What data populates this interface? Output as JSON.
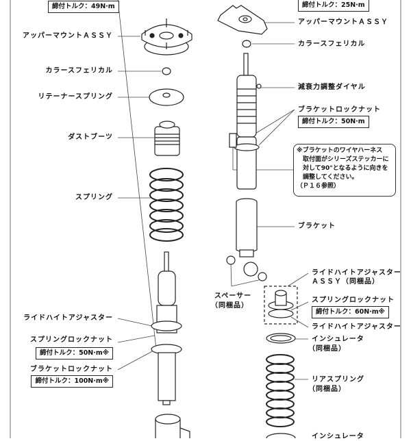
{
  "left": {
    "torque_top": "締付トルク：49N·m",
    "upper_mount": "アッパーマウントＡＳＳＹ",
    "collar": "カラースフェリカル",
    "retainer": "リテーナースプリング",
    "dust_boot": "ダストブーツ",
    "spring": "スプリング",
    "ride_height_adjuster": "ライドハイトアジャスター",
    "spring_lock_nut": "スプリングロックナット",
    "spring_lock_torque": "締付トルク：50N·m※",
    "bracket_lock_nut": "ブラケットロックナット",
    "bracket_lock_torque": "締付トルク：100N·m※"
  },
  "right": {
    "torque_top": "締付トルク：25N·m",
    "upper_mount": "アッパーマウントＡＳＳＹ",
    "collar": "カラースフェリカル",
    "damping_dial": "減衰力調整ダイヤル",
    "bracket_lock_nut": "ブラケットロックナット",
    "bracket_lock_torque": "締付トルク：50N·m",
    "note_lines": [
      "※ブラケットのワイヤハーネス",
      "　取付面がシリーズステッカーに",
      "　対して90°となるように向きを",
      "　調整してください。",
      "（Ｐ１６参照）"
    ],
    "bracket": "ブラケット",
    "spacer": "スペーサー",
    "spacer_sub": "（同梱品）",
    "rha_assy_1": "ライドハイトアジャスター",
    "rha_assy_2": "ＡＳＳＹ（同梱品）",
    "spring_lock_nut": "スプリングロックナット",
    "spring_lock_torque": "締付トルク：60N·m※",
    "ride_height_adjuster": "ライドハイトアジャスター",
    "insulator": "インシュレータ",
    "insulator_sub": "（同梱品）",
    "rear_spring": "リアスプリング",
    "rear_spring_sub": "（同梱品）",
    "insulator_bottom": "インシュレータ"
  }
}
